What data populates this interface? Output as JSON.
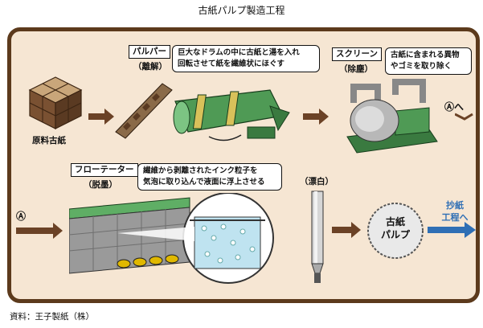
{
  "title": "古紙パルプ製造工程",
  "source": "資料：王子製紙（株）",
  "steps": {
    "raw": {
      "label": "原料古紙"
    },
    "pulper": {
      "name": "パルパー",
      "sub": "（離解）",
      "desc": [
        "巨大なドラムの中に古紙と湯を入れ",
        "回転させて紙を繊維状にほぐす"
      ]
    },
    "screen": {
      "name": "スクリーン",
      "sub": "（除塵）",
      "desc": [
        "古紙に含まれる異物",
        "やゴミを取り除く"
      ]
    },
    "flotator": {
      "name": "フローテーター",
      "sub": "（脱墨）",
      "desc": [
        "繊維から剥離されたインク粒子を",
        "気泡に取り込んで液面に浮上させる"
      ]
    },
    "bleach": {
      "name": "（漂白）"
    },
    "pulp": {
      "label_line1": "古紙",
      "label_line2": "パルプ"
    },
    "papermaking": {
      "line1": "抄紙",
      "line2": "工程へ"
    }
  },
  "connector": {
    "out": "Ⓐへ",
    "in": "Ⓐ"
  },
  "colors": {
    "frame": "#5c3a1c",
    "panel": "#f6e6d3",
    "arrow": "#6b4226",
    "machine_green": "#4f9a55",
    "blue_arrow": "#2f6fb5"
  }
}
